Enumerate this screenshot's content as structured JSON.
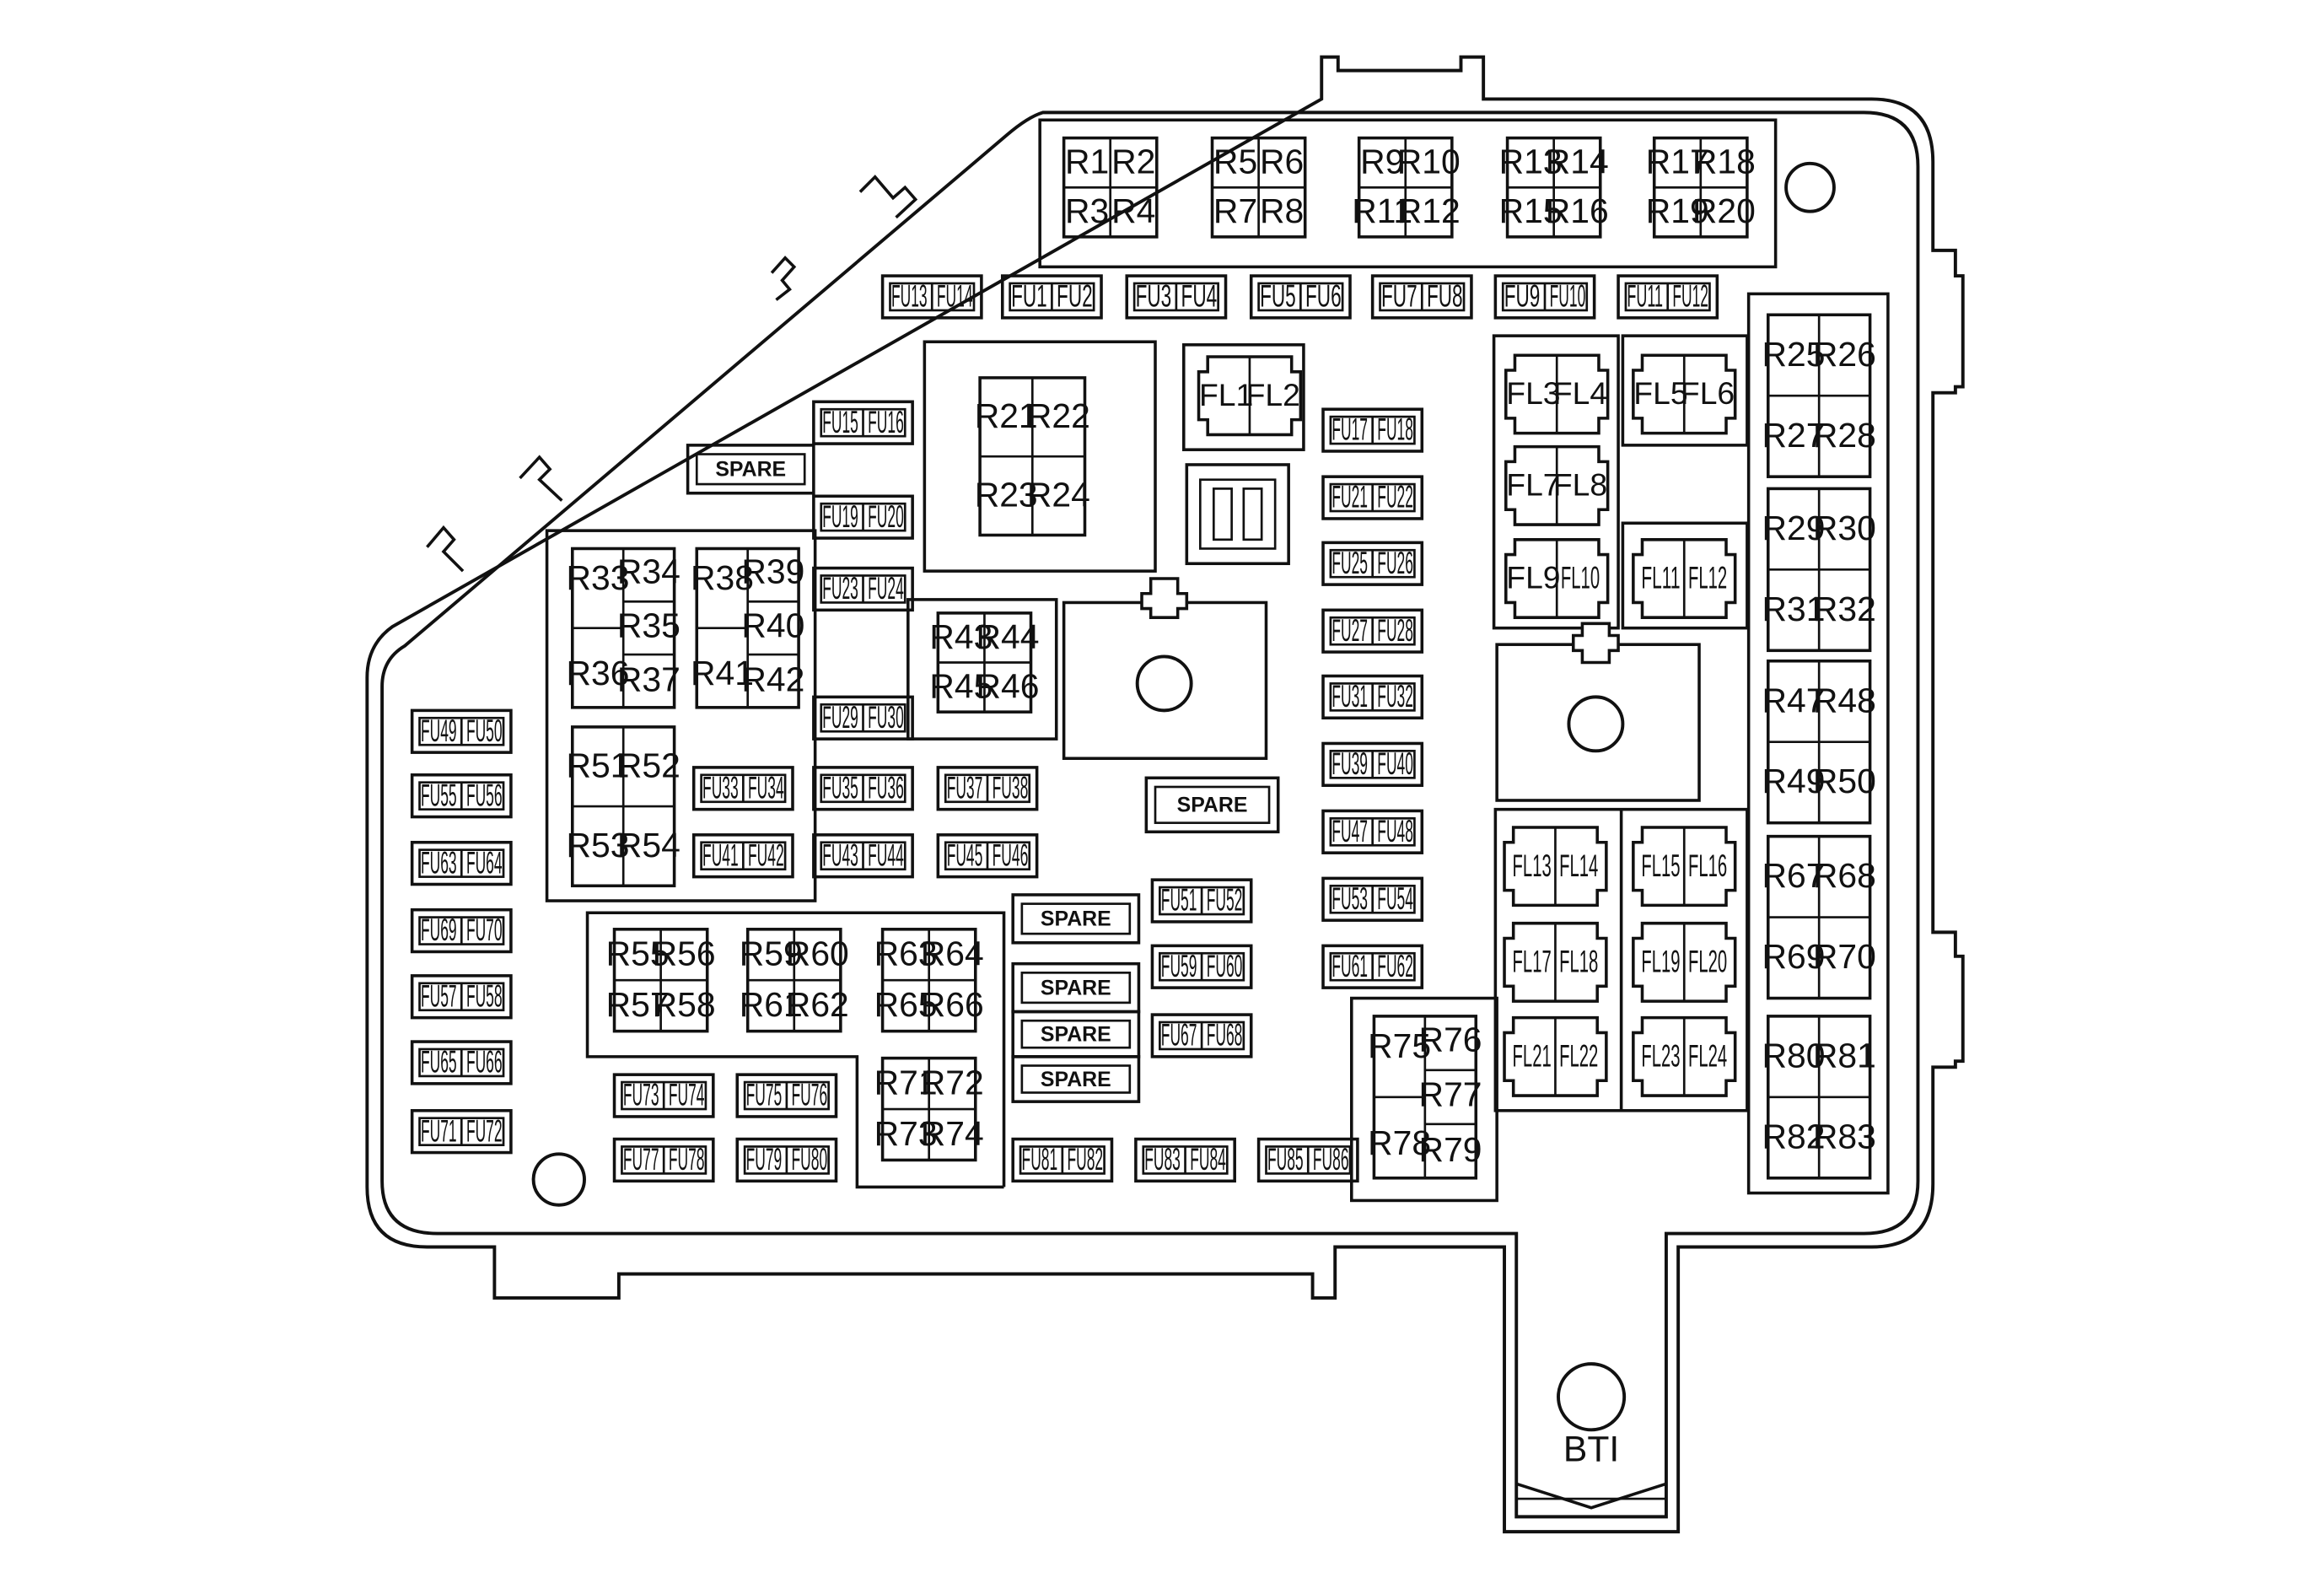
{
  "diagram": {
    "connector_label": "BTI",
    "relays": {
      "b1": [
        "R1",
        "R2",
        "R3",
        "R4"
      ],
      "b2": [
        "R5",
        "R6",
        "R7",
        "R8"
      ],
      "b3": [
        "R9",
        "R10",
        "R11",
        "R12"
      ],
      "b4": [
        "R13",
        "R14",
        "R15",
        "R16"
      ],
      "b5": [
        "R17",
        "R18",
        "R19",
        "R20"
      ],
      "b6": [
        "R21",
        "R22",
        "R23",
        "R24"
      ],
      "r1": [
        "R25",
        "R26",
        "R27",
        "R28"
      ],
      "r2": [
        "R29",
        "R30",
        "R31",
        "R32"
      ],
      "r3": [
        "R47",
        "R48",
        "R49",
        "R50"
      ],
      "r4": [
        "R67",
        "R68",
        "R69",
        "R70"
      ],
      "r5": [
        "R80",
        "R81",
        "R82",
        "R83"
      ],
      "l1": [
        "R33",
        "R34",
        "R35",
        "R36",
        "R37"
      ],
      "l2": [
        "R38",
        "R39",
        "R40",
        "R41",
        "R42"
      ],
      "l3": [
        "R51",
        "R52",
        "R53",
        "R54"
      ],
      "m1": [
        "R43",
        "R44",
        "R45",
        "R46"
      ],
      "g1": [
        "R55",
        "R56",
        "R57",
        "R58"
      ],
      "g2": [
        "R59",
        "R60",
        "R61",
        "R62"
      ],
      "g3": [
        "R63",
        "R64",
        "R65",
        "R66"
      ],
      "g4": [
        "R71",
        "R72",
        "R73",
        "R74"
      ],
      "g5": [
        "R75",
        "R76",
        "R77",
        "R78",
        "R79"
      ]
    },
    "fuse_pairs": [
      [
        "FU13",
        "FU14"
      ],
      [
        "FU1",
        "FU2"
      ],
      [
        "FU3",
        "FU4"
      ],
      [
        "FU5",
        "FU6"
      ],
      [
        "FU7",
        "FU8"
      ],
      [
        "FU9",
        "FU10"
      ],
      [
        "FU11",
        "FU12"
      ],
      [
        "FU15",
        "FU16"
      ],
      [
        "FU19",
        "FU20"
      ],
      [
        "FU23",
        "FU24"
      ],
      [
        "FU29",
        "FU30"
      ],
      [
        "FU17",
        "FU18"
      ],
      [
        "FU21",
        "FU22"
      ],
      [
        "FU25",
        "FU26"
      ],
      [
        "FU27",
        "FU28"
      ],
      [
        "FU31",
        "FU32"
      ],
      [
        "FU39",
        "FU40"
      ],
      [
        "FU47",
        "FU48"
      ],
      [
        "FU53",
        "FU54"
      ],
      [
        "FU61",
        "FU62"
      ],
      [
        "FU49",
        "FU50"
      ],
      [
        "FU55",
        "FU56"
      ],
      [
        "FU63",
        "FU64"
      ],
      [
        "FU69",
        "FU70"
      ],
      [
        "FU57",
        "FU58"
      ],
      [
        "FU65",
        "FU66"
      ],
      [
        "FU71",
        "FU72"
      ],
      [
        "FU33",
        "FU34"
      ],
      [
        "FU35",
        "FU36"
      ],
      [
        "FU37",
        "FU38"
      ],
      [
        "FU41",
        "FU42"
      ],
      [
        "FU43",
        "FU44"
      ],
      [
        "FU45",
        "FU46"
      ],
      [
        "FU51",
        "FU52"
      ],
      [
        "FU59",
        "FU60"
      ],
      [
        "FU67",
        "FU68"
      ],
      [
        "FU73",
        "FU74"
      ],
      [
        "FU75",
        "FU76"
      ],
      [
        "FU77",
        "FU78"
      ],
      [
        "FU79",
        "FU80"
      ],
      [
        "FU81",
        "FU82"
      ],
      [
        "FU83",
        "FU84"
      ],
      [
        "FU85",
        "FU86"
      ]
    ],
    "fusible_links": [
      [
        "FL1",
        "FL2"
      ],
      [
        "FL3",
        "FL4"
      ],
      [
        "FL5",
        "FL6"
      ],
      [
        "FL7",
        "FL8"
      ],
      [
        "FL9",
        "FL10"
      ],
      [
        "FL11",
        "FL12"
      ],
      [
        "FL13",
        "FL14"
      ],
      [
        "FL15",
        "FL16"
      ],
      [
        "FL17",
        "FL18"
      ],
      [
        "FL19",
        "FL20"
      ],
      [
        "FL21",
        "FL22"
      ],
      [
        "FL23",
        "FL24"
      ]
    ],
    "spares": [
      "SPARE",
      "SPARE",
      "SPARE",
      "SPARE",
      "SPARE",
      "SPARE"
    ]
  }
}
